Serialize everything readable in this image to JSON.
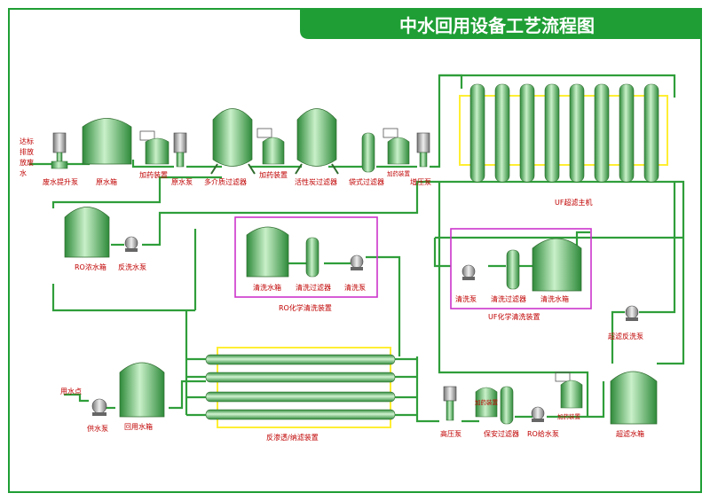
{
  "title": "中水回用设备工艺流程图",
  "colors": {
    "banner": "#1f9e35",
    "pipe": "#2f9e3a",
    "label": "#c00000",
    "highlight_magenta": "#cc33cc",
    "highlight_yellow": "#ffee33"
  },
  "labels": {
    "source": [
      "达标",
      "排放",
      "放废",
      "水"
    ],
    "waste_pump": "废水提升泵",
    "raw_tank": "原水箱",
    "dosing1": "加药装置",
    "raw_pump": "原水泵",
    "multi_filter": "多介质过滤器",
    "dosing2": "加药装置",
    "carbon_filter": "活性炭过滤器",
    "bag_filter": "袋式过滤器",
    "dosing3": "加药装置",
    "booster_pump": "增压泵",
    "uf_main": "UF超滤主机",
    "ro_conc_tank": "RO浓水箱",
    "backwash_pump": "反洗水泵",
    "ro_clean_tank": "清洗水箱",
    "ro_clean_filter": "清洗过滤器",
    "ro_clean_pump": "清洗泵",
    "ro_clean_unit": "RO化学清洗装置",
    "uf_clean_pump": "清洗泵",
    "uf_clean_filter": "清洗过滤器",
    "uf_clean_tank": "清洗水箱",
    "uf_clean_unit": "UF化学清洗装置",
    "uf_backwash_pump": "超滤反洗泵",
    "use_point": "用水点",
    "supply_pump": "供水泵",
    "reuse_tank": "回用水箱",
    "ro_unit": "反渗透/纳滤装置",
    "hp_pump": "高压泵",
    "dosing4": "加药装置",
    "safety_filter": "保安过滤器",
    "ro_feed_pump": "RO给水泵",
    "dosing5": "加药装置",
    "uf_tank": "超滤水箱"
  }
}
